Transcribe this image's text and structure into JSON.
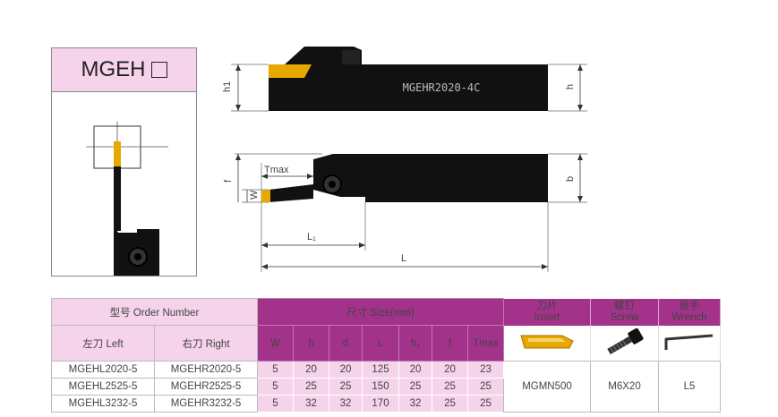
{
  "series_code": "MGEH",
  "top_view": {
    "body_marking": "MGEHR2020-4C",
    "dim_h1": "h1",
    "dim_h": "h"
  },
  "front_view": {
    "dim_tmax": "Tmax",
    "dim_f": "f",
    "dim_w": "W",
    "dim_b": "b",
    "dim_l1": "L₁",
    "dim_l": "L"
  },
  "table": {
    "order_number": "型号 Order Number",
    "size_header": "尺寸 Size(mm)",
    "insert_header": [
      "刀片",
      "Insert"
    ],
    "screw_header": [
      "螺钉",
      "Screw"
    ],
    "wrench_header": [
      "扳手",
      "Wrench"
    ],
    "left_label": "左刀 Left",
    "right_label": "右刀 Right",
    "columns": [
      "W",
      "h",
      "d",
      "L",
      "h₁",
      "f",
      "Tmax"
    ],
    "rows": [
      {
        "left": "MGEHL2020-5",
        "right": "MGEHR2020-5",
        "values": [
          "5",
          "20",
          "20",
          "125",
          "20",
          "20",
          "23"
        ]
      },
      {
        "left": "MGEHL2525-5",
        "right": "MGEHR2525-5",
        "values": [
          "5",
          "25",
          "25",
          "150",
          "25",
          "25",
          "25"
        ]
      },
      {
        "left": "MGEHL3232-5",
        "right": "MGEHR3232-5",
        "values": [
          "5",
          "32",
          "32",
          "170",
          "32",
          "25",
          "25"
        ]
      }
    ],
    "insert_value": "MGMN500",
    "screw_value": "M6X20",
    "wrench_value": "L5"
  },
  "colors": {
    "pink": "#f5d3ea",
    "magenta": "#a3328a",
    "insert_gold": "#e8a800",
    "tool_body": "#111111"
  }
}
